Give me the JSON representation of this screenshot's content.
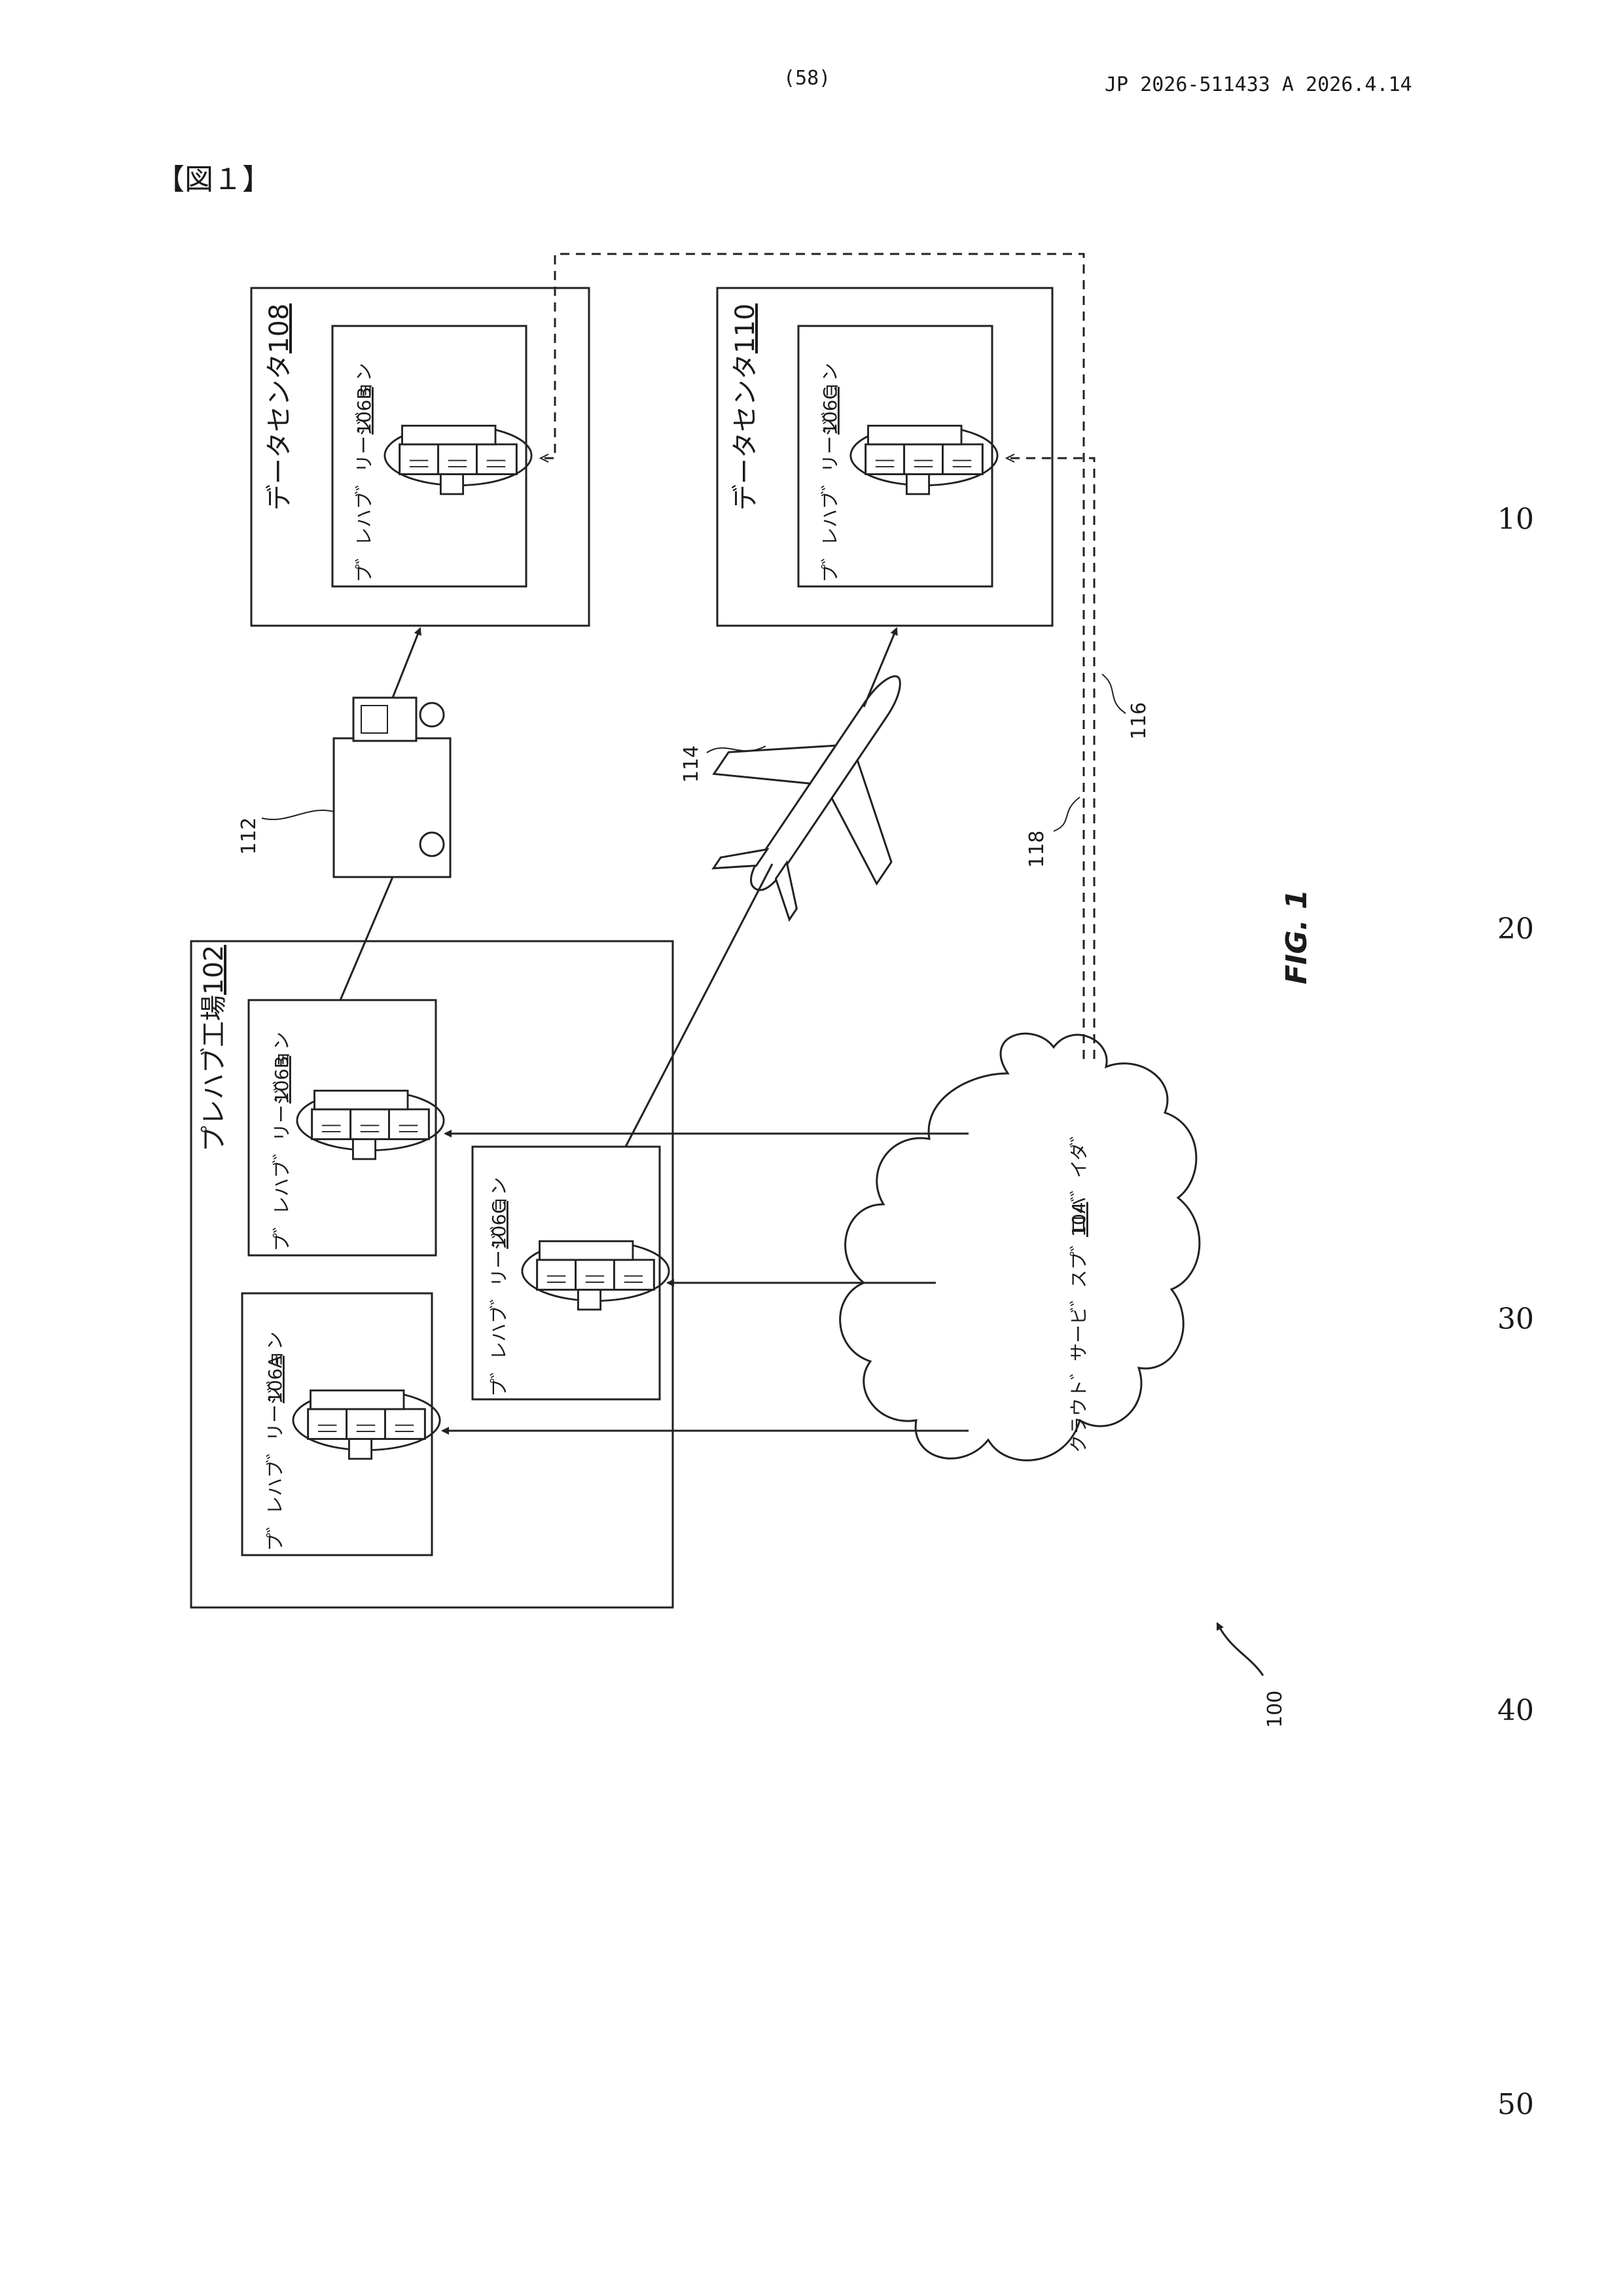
{
  "header": {
    "page_number": "(58)",
    "publication": "JP  2026-511433  A  2026.4.14"
  },
  "figure_title": "【図１】",
  "figure_caption": "FIG. 1",
  "line_numbers": [
    "10",
    "20",
    "30",
    "40",
    "50"
  ],
  "diagram": {
    "prefab_factory": {
      "label": "プレハブ工場",
      "ref": "102"
    },
    "regions": [
      {
        "label": "プ゛レハブ゛リージ゛ョン",
        "ref": "106A"
      },
      {
        "label": "プ゛レハブ゛リージ゛ョン",
        "ref": "106B"
      },
      {
        "label": "プ゛レハブ゛リージ゛ョン",
        "ref": "106C"
      }
    ],
    "datacenter_108": {
      "label": "データセンタ",
      "ref": "108",
      "region_label": "プ゛レハブ゛リージ゛ョン",
      "region_ref": "106B"
    },
    "datacenter_110": {
      "label": "データセンタ",
      "ref": "110",
      "region_label": "プ゛レハブ゛リージ゛ョン",
      "region_ref": "106C"
    },
    "cloud": {
      "label": "クラウト゛サービ゛スプ゛ロバ゛イダ゛",
      "ref": "104"
    },
    "truck_ref": "112",
    "plane_ref": "114",
    "net_ref_116": "116",
    "net_ref_118": "118",
    "system_ref": "100"
  }
}
